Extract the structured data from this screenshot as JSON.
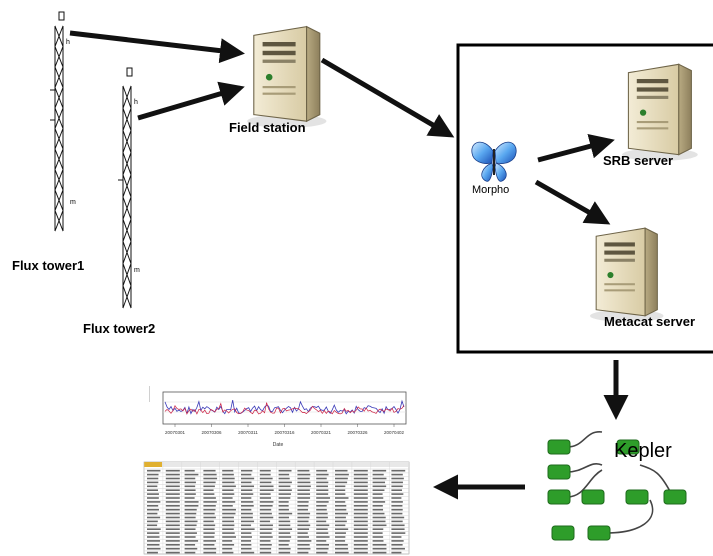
{
  "nodes": {
    "tower1": "Flux tower1",
    "tower2": "Flux tower2",
    "field_station": "Field station",
    "morpho": "Morpho",
    "srb": "SRB server",
    "metacat": "Metacat server",
    "kepler": "Kepler"
  },
  "mini_chart": {
    "x_ticks": [
      "20070301",
      "20070306",
      "20070311",
      "20070316",
      "20070321",
      "20070326",
      "20070402"
    ],
    "xlabel": "Date",
    "colors": [
      "#3a3ab8",
      "#cc2244"
    ]
  },
  "colors": {
    "arrow": "#111111",
    "kepler_green": "#2e9d2a",
    "server_body": "#e6dcc0"
  }
}
